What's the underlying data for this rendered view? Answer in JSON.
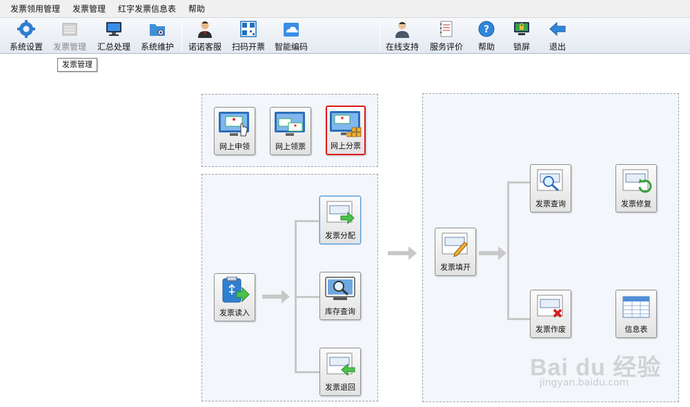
{
  "menubar": {
    "items": [
      "发票领用管理",
      "发票管理",
      "红字发票信息表",
      "帮助"
    ]
  },
  "toolbar": {
    "buttons": [
      {
        "label": "系统设置",
        "icon": "gear-icon",
        "enabled": true
      },
      {
        "label": "发票管理",
        "icon": "invoice-folder-icon",
        "enabled": false
      },
      {
        "label": "汇总处理",
        "icon": "monitor-icon",
        "enabled": true
      },
      {
        "label": "系统维护",
        "icon": "folder-gear-icon",
        "enabled": true
      },
      {
        "label": "诺诺客服",
        "icon": "agent-icon",
        "enabled": true
      },
      {
        "label": "扫码开票",
        "icon": "qr-code-icon",
        "enabled": true
      },
      {
        "label": "智能编码",
        "icon": "cloud-icon",
        "enabled": true
      },
      {
        "label": "在线支持",
        "icon": "person-icon",
        "enabled": true
      },
      {
        "label": "服务评价",
        "icon": "notebook-icon",
        "enabled": true
      },
      {
        "label": "帮助",
        "icon": "help-icon",
        "enabled": true
      },
      {
        "label": "锁屏",
        "icon": "lock-screen-icon",
        "enabled": true
      },
      {
        "label": "退出",
        "icon": "exit-arrow-icon",
        "enabled": true
      }
    ]
  },
  "tooltip": "发票管理",
  "online_panel": {
    "tiles": [
      {
        "label": "网上申领",
        "icon": "monitor-hand-icon"
      },
      {
        "label": "网上领票",
        "icon": "monitor-invoice-icon"
      },
      {
        "label": "网上分票",
        "icon": "monitor-distribute-icon",
        "selected": true
      }
    ]
  },
  "stock_panel": {
    "source": {
      "label": "发票读入",
      "icon": "usb-import-icon"
    },
    "targets": [
      {
        "label": "发票分配",
        "icon": "invoice-arrow-right-icon",
        "highlight": true
      },
      {
        "label": "库存查询",
        "icon": "monitor-magnifier-icon"
      },
      {
        "label": "发票退回",
        "icon": "invoice-arrow-left-icon"
      }
    ]
  },
  "issue_panel": {
    "source": {
      "label": "发票填开",
      "icon": "invoice-pen-icon"
    },
    "targets": [
      {
        "label": "发票查询",
        "icon": "invoice-magnifier-icon"
      },
      {
        "label": "发票作废",
        "icon": "invoice-cross-icon"
      }
    ],
    "extras": [
      {
        "label": "发票修复",
        "icon": "invoice-repair-icon"
      },
      {
        "label": "信息表",
        "icon": "table-icon"
      }
    ]
  },
  "watermark": {
    "main": "Bai du 经验",
    "sub": "jingyan.baidu.com"
  },
  "colors": {
    "accent": "#3a8ee6",
    "selection_border": "#e01818",
    "arrow": "#c8c8c8",
    "panel_bg": "#f3f6fa"
  }
}
